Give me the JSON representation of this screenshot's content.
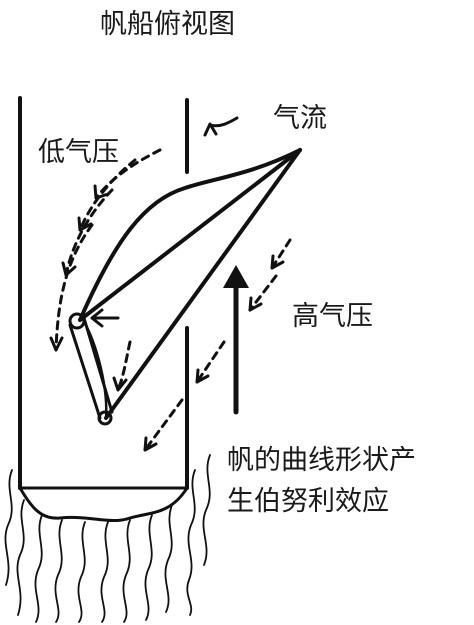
{
  "title": "帆船俯视图",
  "labels": {
    "airflow": "气流",
    "low_pressure": "低气压",
    "high_pressure": "高气压",
    "note_line1": "帆的曲线形状产",
    "note_line2": "生伯努利效应"
  },
  "colors": {
    "ink": "#111111",
    "background": "#ffffff"
  }
}
